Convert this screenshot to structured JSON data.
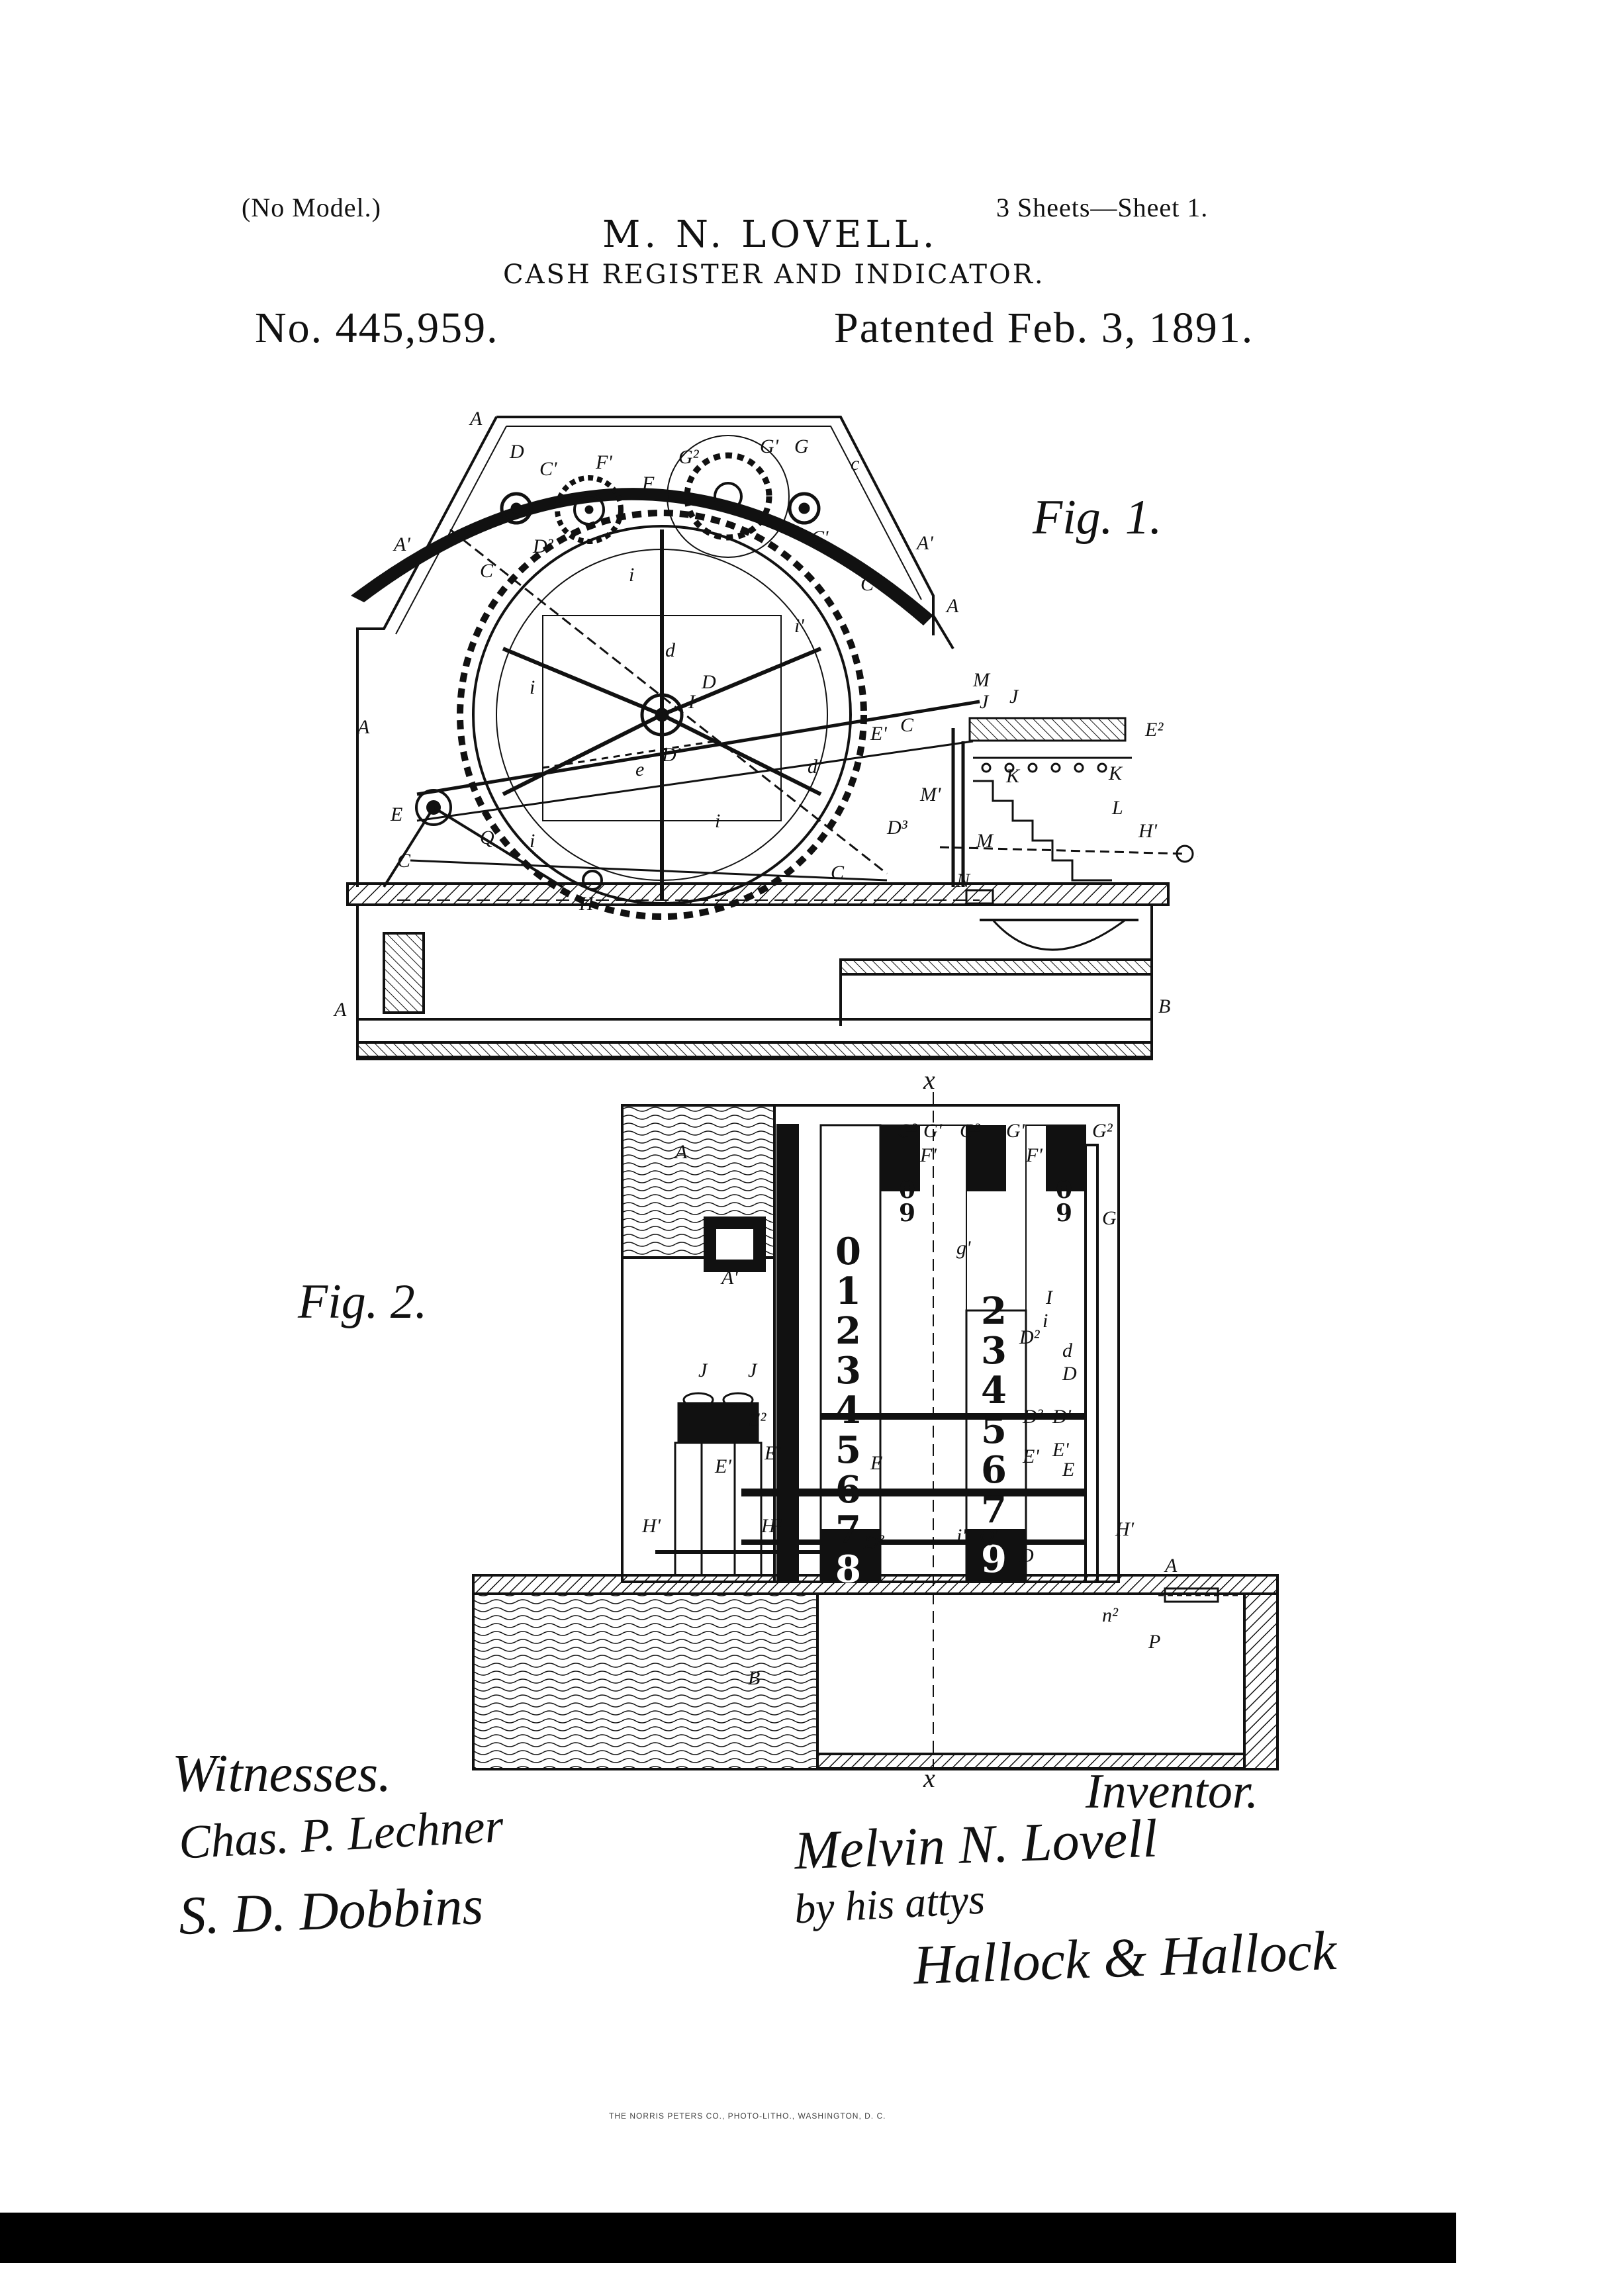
{
  "header": {
    "no_model": "(No Model.)",
    "sheets": "3 Sheets—Sheet 1.",
    "inventor_name": "M. N. LOVELL.",
    "title": "CASH REGISTER AND INDICATOR.",
    "patent_number": "No. 445,959.",
    "patented_date": "Patented Feb. 3, 1891."
  },
  "figures": {
    "fig1_label": "Fig. 1.",
    "fig2_label": "Fig. 2.",
    "fig1_letters": [
      "A",
      "A'",
      "A'",
      "A",
      "A",
      "D",
      "C'",
      "C",
      "G",
      "G'",
      "G'",
      "c",
      "c",
      "C'",
      "C",
      "C",
      "F'",
      "F",
      "D'",
      "i",
      "i",
      "i",
      "i",
      "d",
      "D",
      "I",
      "D'",
      "e",
      "E",
      "E'",
      "E²",
      "d'",
      "J",
      "J",
      "M",
      "M",
      "M'",
      "K",
      "K",
      "L",
      "H'",
      "H²",
      "H",
      "Q",
      "C",
      "N",
      "D³",
      "B"
    ],
    "fig2_letters": [
      "A",
      "A'",
      "G'",
      "G'",
      "G²",
      "G'",
      "G",
      "F'",
      "F'",
      "g'",
      "I",
      "i",
      "D²",
      "d",
      "D",
      "D³",
      "D'",
      "E",
      "E'",
      "E'",
      "E",
      "J",
      "J",
      "E²",
      "E'",
      "H'",
      "H²",
      "D³",
      "i'",
      "Q'",
      "D",
      "H'",
      "A",
      "P",
      "n²",
      "B"
    ],
    "fig2_digits": [
      "0",
      "1",
      "2",
      "3",
      "4",
      "5",
      "6",
      "7",
      "8",
      "9"
    ],
    "section_mark": "x"
  },
  "signatures": {
    "witnesses_label": "Witnesses.",
    "inventor_label": "Inventor.",
    "witness_1": "Chas. P. Lechner",
    "witness_2": "S. D. Dobbins",
    "inventor_sig": "Melvin N. Lovell",
    "by_attys": "by his attys",
    "attorneys_sig": "Hallock & Hallock"
  },
  "footer": {
    "printer": "THE NORRIS PETERS CO., PHOTO-LITHO., WASHINGTON, D. C."
  }
}
